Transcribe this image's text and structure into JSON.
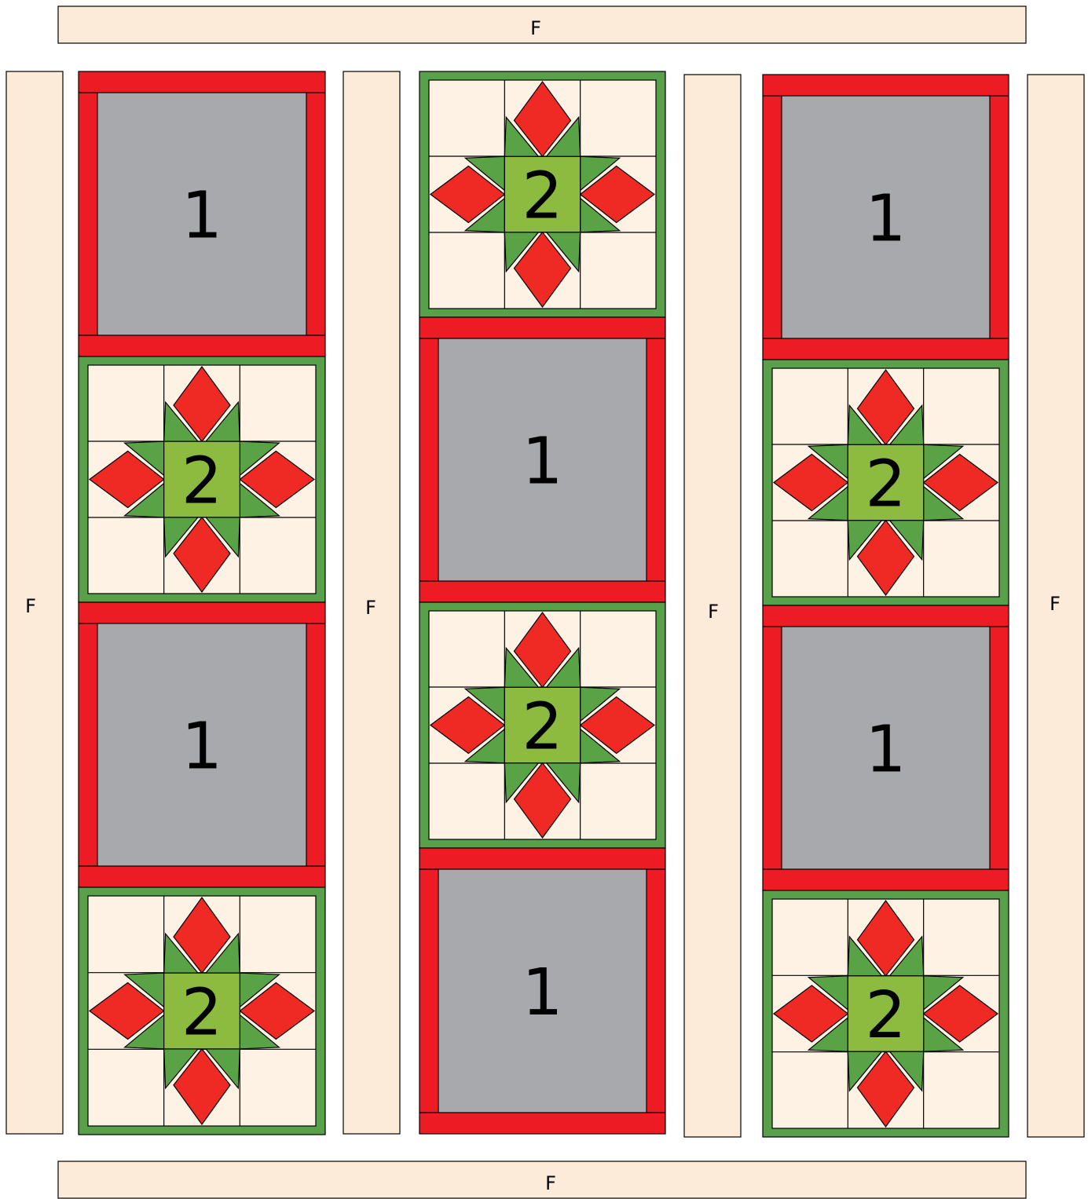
{
  "labels": {
    "filler": "F",
    "block_1": "1",
    "block_2": "2"
  },
  "colors": {
    "filler": "#FDEBD9",
    "block_1_frame": "#ED1C24",
    "block_1_center": "#A7A9AC",
    "block_2_frame": "#58A04A",
    "block_2_background": "#FEF2E4",
    "block_2_petal": "#EF2A25",
    "block_2_star": "#5AA246",
    "block_2_center": "#8DBB3F",
    "outline": "#000000"
  },
  "quilt": {
    "columns": [
      {
        "blocks": [
          "1",
          "2",
          "1",
          "2"
        ]
      },
      {
        "blocks": [
          "2",
          "1",
          "2",
          "1"
        ]
      },
      {
        "blocks": [
          "1",
          "2",
          "1",
          "2"
        ]
      }
    ]
  }
}
